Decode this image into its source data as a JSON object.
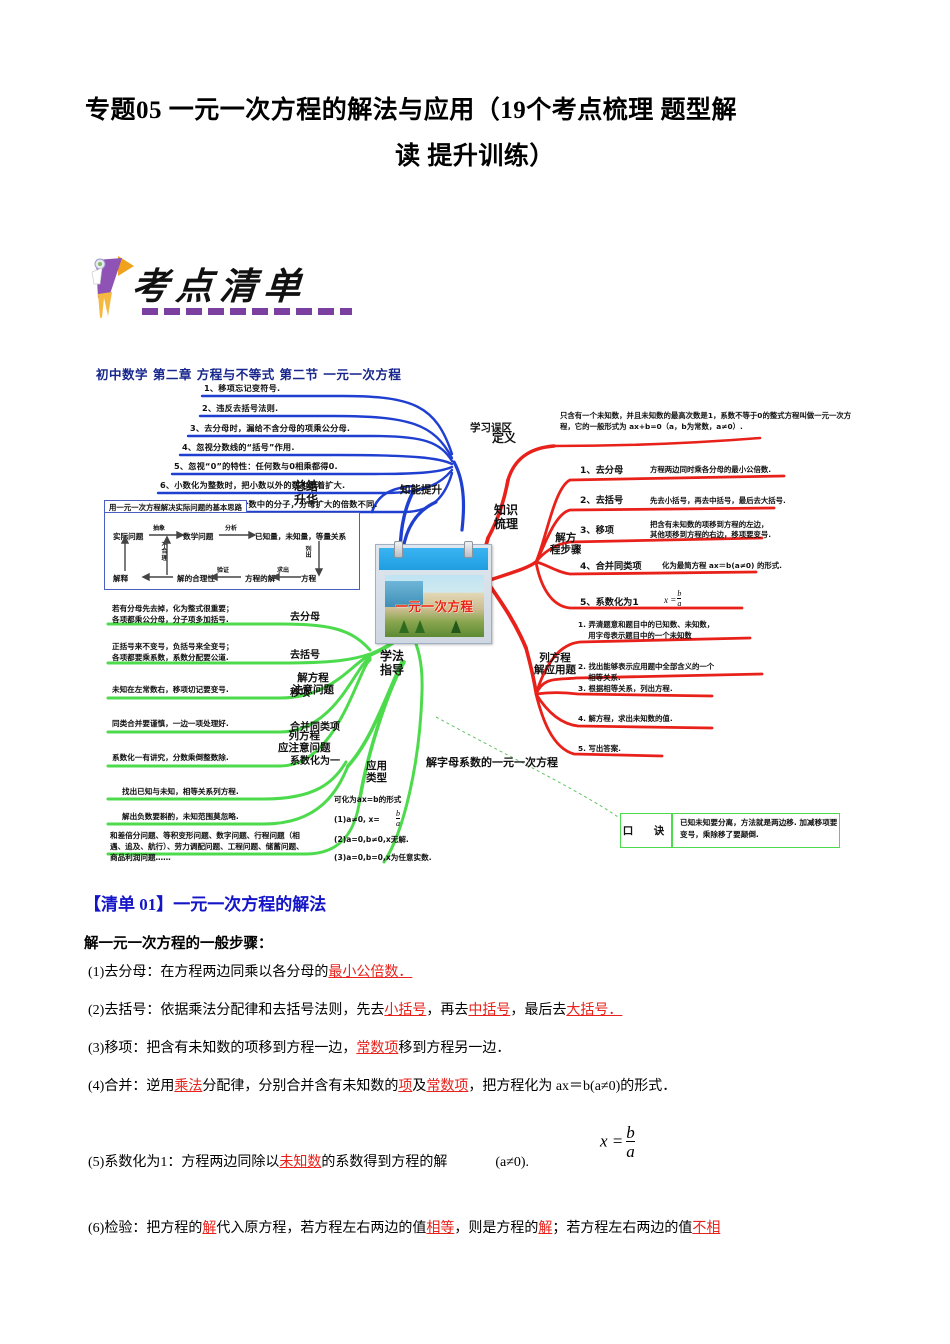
{
  "document": {
    "title_line1": "专题05 一元一次方程的解法与应用（19个考点梳理 题型解",
    "title_line2": "读 提升训练）"
  },
  "banner": {
    "text": "考点清单",
    "deco_icon": "pen-flag-icon",
    "rule_color": "#8e5bb0"
  },
  "mindmap": {
    "header": "初中数学   第二章   方程与不等式   第二节  一元一次方程",
    "center_image": {
      "caption": "一元一次方程",
      "caption_color": "#e8211a"
    },
    "branch_titles": {
      "summary": "总结\n升华",
      "knowledge": "知识\n梳理",
      "study_guide": "学法\n指导",
      "skill_up": "知能提升",
      "study_errors": "学习误区",
      "definition": "定义",
      "solve_steps": "解方\n程步骤",
      "word_problems": "列方程\n解应用题",
      "solve_notes": "解方程\n注意问题",
      "list_notes": "列方程\n应注意问题",
      "apply_types": "应用\n类型",
      "letter_coef": "解字母系数的一元一次方程"
    },
    "study_errors_items": [
      "1、移项忘记变符号.",
      "2、违反去括号法则.",
      "3、去分母时，漏给不含分母的项乘公分母.",
      "4、忽视分数线的“括号”作用.",
      "5、忽视“0”的特性：任何数与0相乘都得0.",
      "6、小数化为整数时，把小数以外的数也跟着扩大.",
      "7、小数化为整数时，同一分数中的分子，分母扩大的倍数不同."
    ],
    "flow_box": {
      "caption": "用一元一次方程解决实际问题的基本思路",
      "nodes": {
        "n1": "实际问题",
        "n2": "数学问题",
        "n3": "已知量，未知量，等量关系",
        "n4": "方程",
        "n5": "方程的解",
        "n6": "解的合理性",
        "n7": "解释"
      },
      "arrow_labels": {
        "a1": "抽象",
        "a2": "分析",
        "a3": "列出",
        "a4": "求出",
        "a5": "验证",
        "a6": "不合理"
      }
    },
    "green_steps": [
      {
        "step": "去分母",
        "note": "若有分母先去掉，化为整式很重要；\n各项都乘公分母，分子项多加括号."
      },
      {
        "step": "去括号",
        "note": "正括号来不变号，负括号来全变号；\n各项都要乘系数，系数分配要公道."
      },
      {
        "step": "移项",
        "note": "未知在左常数右，移项切记要变号."
      },
      {
        "step": "合并同类项",
        "note": "同类合并要谨慎，一边一项处理好."
      },
      {
        "step": "系数化为一",
        "note": "系数化一有讲究，分数乘倒整数除."
      }
    ],
    "green_list_notes": [
      "找出已知与未知，相等关系列方程.",
      "解出负数要斟酌，未知范围莫忽略."
    ],
    "green_apply_note": "和差倍分问题、等积变形问题、数字问题、行程问题（相遇、追及、航行）、劳力调配问题、工程问题、储蓄问题、商品利润问题……",
    "apply_types_note": "可化为ax=b的形式\n(1)a≠0, x= b/a .\n(2)a=0, b≠0, x无解.\n(3)a=0, b=0, x为任意实数.",
    "apply_types_lines": [
      "可化为ax=b的形式",
      "(1)a≠0, x=",
      "(2)a=0,b≠0,x无解.",
      "(3)a=0,b=0,x为任意实数."
    ],
    "definition_text": "只含有一个未知数，并且未知数的最高次数是1，系数不等于0的整式方程叫做一元一次方程，它的一般形式为 ax+b=0（a，b为常数，a≠0）.",
    "solve_steps": [
      {
        "num": "1、去分母",
        "desc": "方程两边同时乘各分母的最小公倍数."
      },
      {
        "num": "2、去括号",
        "desc": "先去小括号，再去中括号，最后去大括号."
      },
      {
        "num": "3、移项",
        "desc": "把含有未知数的项移到方程的左边，\n其他项移到方程的右边，移项要变号."
      },
      {
        "num": "4、合并同类项",
        "desc": "化为最简方程 ax＝b(a≠0) 的形式."
      },
      {
        "num": "5、系数化为1",
        "desc": "x＝b/a"
      }
    ],
    "word_problem_steps": [
      "1. 弄清题意和题目中的已知数、未知数，\n    用字母表示题目中的一个未知数",
      "2. 找出能够表示应用题中全部含义的一个\n    相等关系.",
      "3. 根据相等关系，列出方程.",
      "4. 解方程，求出未知数的值.",
      "5. 写出答案."
    ],
    "kou_jue": {
      "label": "口　诀",
      "text": "已知未知要分离，方法就是两边移.\n加减移项要变号，乘除移了要颠倒."
    },
    "colors": {
      "blue_branch": "#1f3fd0",
      "green_branch": "#4ddb4d",
      "red_branch": "#e8211a",
      "header_text": "#17268c"
    }
  },
  "content": {
    "section_heading": "【清单 01】一元一次方程的解法",
    "sub_heading": "解一元一次方程的一般步骤：",
    "items": [
      {
        "prefix": "(1)去分母：在方程两边同乘以各分母的",
        "key1": "最小公倍数．",
        "mid": "",
        "key2": "",
        "mid2": "",
        "key3": "",
        "suffix": ""
      },
      {
        "prefix": "(2)去括号：依据乘法分配律和去括号法则，先去",
        "key1": "小括号",
        "mid": "，再去",
        "key2": "中括号",
        "mid2": "，最后去",
        "key3": "大括号．",
        "suffix": ""
      },
      {
        "prefix": "(3)移项：把含有未知数的项移到方程一边，",
        "key1": "常数项",
        "mid": "移到方程另一边．",
        "key2": "",
        "mid2": "",
        "key3": "",
        "suffix": ""
      }
    ],
    "item4": {
      "p1": "(4)合并：逆用",
      "k1": "乘法",
      "p2": "分配律，分别合并含有未知数的",
      "k2": "项",
      "p3": "及",
      "k3": "常数项",
      "p4": "，把方程化为 ax＝b(a≠0)的形式．"
    },
    "item5": {
      "p1": "(5)系数化为1：方程两边同除以",
      "k1": "未知数",
      "p2": "的系数得到方程的解",
      "formula_x": "x =",
      "formula_num": "b",
      "formula_den": "a",
      "p3": "(a≠0)."
    },
    "item6": {
      "p1": "(6)检验：把方程的",
      "k1": "解",
      "p2": "代入原方程，若方程左右两边的值",
      "k2": "相等",
      "p3": "，则是方程的",
      "k3": "解",
      "p4": "；若方程左右两边的值",
      "k4": "不相"
    }
  }
}
